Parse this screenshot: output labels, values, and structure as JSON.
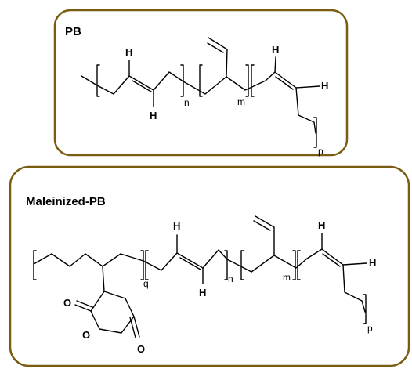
{
  "colors": {
    "frame": "#7a5c12",
    "bond": "#000000"
  },
  "panels": [
    {
      "title": "PB",
      "atoms": [
        "H",
        "H",
        "H",
        "H"
      ],
      "subscripts": [
        "n",
        "m",
        "p"
      ]
    },
    {
      "title": "Maleinized-PB",
      "atoms": [
        "H",
        "H",
        "H",
        "H",
        "O",
        "O",
        "O"
      ],
      "subscripts": [
        "q",
        "n",
        "m",
        "p"
      ]
    }
  ]
}
